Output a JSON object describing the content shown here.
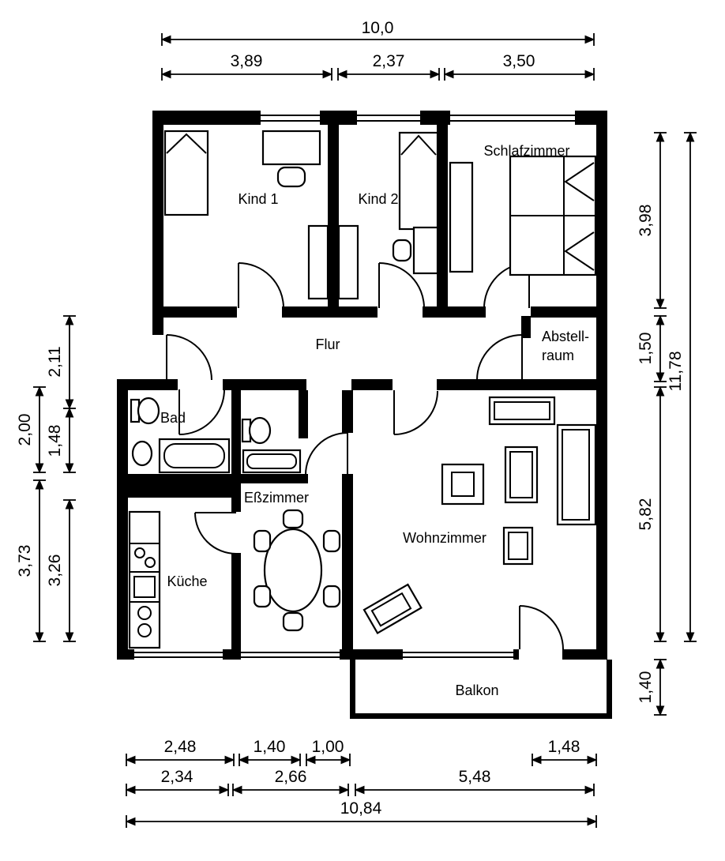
{
  "page": {
    "background": "#ffffff",
    "line_color": "#000000"
  },
  "rooms": {
    "kind1": "Kind 1",
    "kind2": "Kind 2",
    "schlafzimmer": "Schlafzimmer",
    "flur": "Flur",
    "abstellraum_line1": "Abstell-",
    "abstellraum_line2": "raum",
    "bad": "Bad",
    "esszimmer": "Eßzimmer",
    "kueche": "Küche",
    "wohnzimmer": "Wohnzimmer",
    "balkon": "Balkon"
  },
  "dimensions": {
    "top": {
      "total": "10,0",
      "kind1": "3,89",
      "kind2": "2,37",
      "schlafzimmer": "3,50"
    },
    "right": {
      "bedrooms": "3,98",
      "flur": "1,50",
      "wohnzimmer": "5,82",
      "balkon": "1,40",
      "total": "11,78"
    },
    "left": {
      "flur": "2,11",
      "bad_outer": "2,00",
      "bad_inner": "1,48",
      "kueche_outer": "3,73",
      "kueche_inner": "3,26"
    },
    "bottom": {
      "row1": [
        "2,48",
        "1,40",
        "1,00",
        "1,48"
      ],
      "row2": [
        "2,34",
        "2,66",
        "5,48"
      ],
      "total": "10,84"
    }
  }
}
